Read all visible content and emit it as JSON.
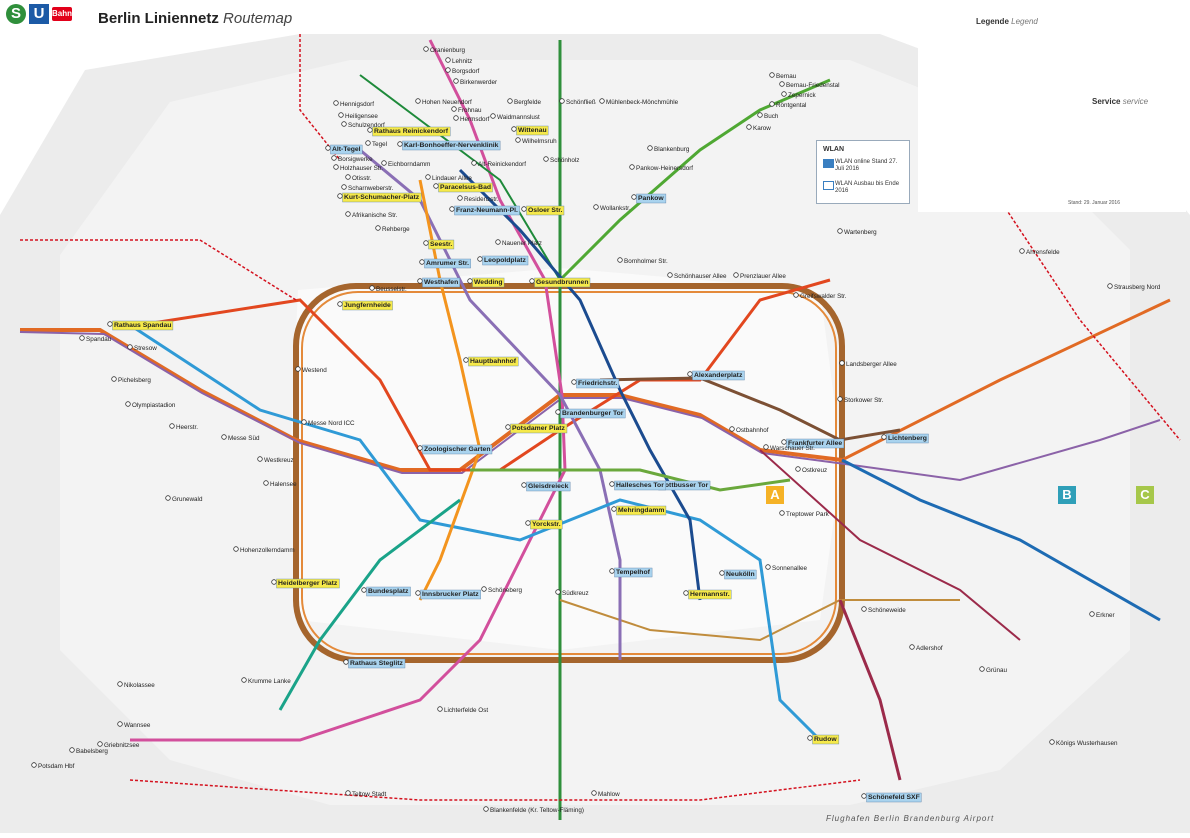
{
  "header": {
    "logo_s": "S",
    "logo_u": "U",
    "logo_db": "Bahn",
    "title_main": "Berlin Liniennetz",
    "title_sub": "Routemap"
  },
  "legend": {
    "heading": "Legende",
    "heading_sub": "Legend",
    "service": "Service",
    "service_sub": "service",
    "stand": "Stand: 29. Januar 2016"
  },
  "wlan": {
    "title": "WLAN",
    "online": "WLAN online Stand 27. Juli 2016",
    "ausbau": "WLAN Ausbau bis Ende 2016"
  },
  "zones": {
    "a": "A",
    "b": "B",
    "c": "C"
  },
  "airport_label": "Flughafen Berlin Brandenburg Airport",
  "colors": {
    "ring": "#a5652d",
    "s1": "#d24f9c",
    "s2": "#2f8f3b",
    "s3": "#1d6bb3",
    "s5": "#e16a24",
    "s7": "#8b62a8",
    "s8": "#4fa833",
    "s9": "#9b2a4a",
    "s25": "#2f8f3b",
    "u2": "#e2471f",
    "u5": "#7c5034",
    "u6": "#8a6fb5",
    "u7": "#2f9ad6",
    "u8": "#1b4b8f",
    "u9": "#f3941e",
    "zoneA": "#f5b226",
    "zoneB": "#2f9fb8",
    "zoneC": "#a6c74a",
    "bg_outer": "#eeeeee",
    "bg_inner": "#f6f6f6"
  },
  "stations": [
    {
      "name": "Hennigsdorf",
      "hl": false
    },
    {
      "name": "Heiligensee",
      "hl": false
    },
    {
      "name": "Schulzendorf",
      "hl": false
    },
    {
      "name": "Tegel",
      "hl": false
    },
    {
      "name": "Oranienburg",
      "hl": false
    },
    {
      "name": "Lehnitz",
      "hl": false
    },
    {
      "name": "Borgsdorf",
      "hl": false
    },
    {
      "name": "Birkenwerder",
      "hl": false
    },
    {
      "name": "Hohen Neuendorf",
      "hl": false
    },
    {
      "name": "Frohnau",
      "hl": false
    },
    {
      "name": "Hermsdorf",
      "hl": false
    },
    {
      "name": "Waidmannslust",
      "hl": false
    },
    {
      "name": "Wittenau",
      "hl": true
    },
    {
      "name": "Wilhelmsruh",
      "hl": false
    },
    {
      "name": "Bergfelde",
      "hl": false
    },
    {
      "name": "Schönfließ",
      "hl": false
    },
    {
      "name": "Mühlenbeck-Mönchmühle",
      "hl": false
    },
    {
      "name": "Bernau",
      "hl": false
    },
    {
      "name": "Bernau-Friedenstal",
      "hl": false
    },
    {
      "name": "Zepernick",
      "hl": false
    },
    {
      "name": "Röntgental",
      "hl": false
    },
    {
      "name": "Buch",
      "hl": false
    },
    {
      "name": "Karow",
      "hl": false
    },
    {
      "name": "Blankenburg",
      "hl": false
    },
    {
      "name": "Pankow-Heinersdorf",
      "hl": false
    },
    {
      "name": "Pankow",
      "hl": true
    },
    {
      "name": "Wollankstr.",
      "hl": false
    },
    {
      "name": "Schönholz",
      "hl": false
    },
    {
      "name": "Alt-Tegel",
      "hl": true
    },
    {
      "name": "Borsigwerke",
      "hl": false
    },
    {
      "name": "Holzhauser Str.",
      "hl": false
    },
    {
      "name": "Otisstr.",
      "hl": false
    },
    {
      "name": "Scharnweberstr.",
      "hl": false
    },
    {
      "name": "Kurt-Schumacher-Platz",
      "hl": true
    },
    {
      "name": "Afrikanische Str.",
      "hl": false
    },
    {
      "name": "Rehberge",
      "hl": false
    },
    {
      "name": "Seestr.",
      "hl": true
    },
    {
      "name": "Amrumer Str.",
      "hl": true
    },
    {
      "name": "Westhafen",
      "hl": true
    },
    {
      "name": "Wedding",
      "hl": true
    },
    {
      "name": "Leopoldplatz",
      "hl": true
    },
    {
      "name": "Nauener Platz",
      "hl": false
    },
    {
      "name": "Osloer Str.",
      "hl": true
    },
    {
      "name": "Franz-Neumann-Pl.",
      "hl": true
    },
    {
      "name": "Residenzstr.",
      "hl": false
    },
    {
      "name": "Paracelsus-Bad",
      "hl": true
    },
    {
      "name": "Lindauer Allee",
      "hl": false
    },
    {
      "name": "Karl-Bonhoeffer-Nervenklinik",
      "hl": true
    },
    {
      "name": "Rathaus Reinickendorf",
      "hl": true
    },
    {
      "name": "Eichborndamm",
      "hl": false
    },
    {
      "name": "Alt-Reinickendorf",
      "hl": false
    },
    {
      "name": "Gesundbrunnen",
      "hl": true
    },
    {
      "name": "Bornholmer Str.",
      "hl": false
    },
    {
      "name": "Schönhauser Allee",
      "hl": false
    },
    {
      "name": "Prenzlauer Allee",
      "hl": false
    },
    {
      "name": "Greifswalder Str.",
      "hl": false
    },
    {
      "name": "Landsberger Allee",
      "hl": false
    },
    {
      "name": "Storkower Str.",
      "hl": false
    },
    {
      "name": "Frankfurter Allee",
      "hl": true
    },
    {
      "name": "Ostkreuz",
      "hl": false
    },
    {
      "name": "Treptower Park",
      "hl": false
    },
    {
      "name": "Sonnenallee",
      "hl": false
    },
    {
      "name": "Neukölln",
      "hl": true
    },
    {
      "name": "Hermannstr.",
      "hl": true
    },
    {
      "name": "Tempelhof",
      "hl": true
    },
    {
      "name": "Südkreuz",
      "hl": false
    },
    {
      "name": "Schöneberg",
      "hl": false
    },
    {
      "name": "Innsbrucker Platz",
      "hl": true
    },
    {
      "name": "Bundesplatz",
      "hl": true
    },
    {
      "name": "Heidelberger Platz",
      "hl": true
    },
    {
      "name": "Hohenzollerndamm",
      "hl": false
    },
    {
      "name": "Halensee",
      "hl": false
    },
    {
      "name": "Westkreuz",
      "hl": false
    },
    {
      "name": "Messe Nord ICC",
      "hl": false
    },
    {
      "name": "Westend",
      "hl": false
    },
    {
      "name": "Jungfernheide",
      "hl": true
    },
    {
      "name": "Beusselstr.",
      "hl": false
    },
    {
      "name": "Spandau",
      "hl": false
    },
    {
      "name": "Rathaus Spandau",
      "hl": true
    },
    {
      "name": "Stresow",
      "hl": false
    },
    {
      "name": "Pichelsberg",
      "hl": false
    },
    {
      "name": "Olympiastadion",
      "hl": false
    },
    {
      "name": "Heerstr.",
      "hl": false
    },
    {
      "name": "Messe Süd",
      "hl": false
    },
    {
      "name": "Grunewald",
      "hl": false
    },
    {
      "name": "Nikolassee",
      "hl": false
    },
    {
      "name": "Wannsee",
      "hl": false
    },
    {
      "name": "Griebnitzsee",
      "hl": false
    },
    {
      "name": "Babelsberg",
      "hl": false
    },
    {
      "name": "Potsdam Hbf",
      "hl": false
    },
    {
      "name": "Hauptbahnhof",
      "hl": true
    },
    {
      "name": "Friedrichstr.",
      "hl": true
    },
    {
      "name": "Alexanderplatz",
      "hl": true
    },
    {
      "name": "Potsdamer Platz",
      "hl": true
    },
    {
      "name": "Brandenburger Tor",
      "hl": true
    },
    {
      "name": "Zoologischer Garten",
      "hl": true
    },
    {
      "name": "Ostbahnhof",
      "hl": false
    },
    {
      "name": "Warschauer Str.",
      "hl": false
    },
    {
      "name": "Lichtenberg",
      "hl": true
    },
    {
      "name": "Yorckstr.",
      "hl": true
    },
    {
      "name": "Gleisdreieck",
      "hl": true
    },
    {
      "name": "Kottbusser Tor",
      "hl": true
    },
    {
      "name": "Mehringdamm",
      "hl": true
    },
    {
      "name": "Hallesches Tor",
      "hl": true
    },
    {
      "name": "Schöneweide",
      "hl": false
    },
    {
      "name": "Adlershof",
      "hl": false
    },
    {
      "name": "Grünau",
      "hl": false
    },
    {
      "name": "Schönefeld SXF",
      "hl": true
    },
    {
      "name": "Teltow Stadt",
      "hl": false
    },
    {
      "name": "Lichterfelde Ost",
      "hl": false
    },
    {
      "name": "Blankenfelde (Kr. Teltow-Fläming)",
      "hl": false
    },
    {
      "name": "Mahlow",
      "hl": false
    },
    {
      "name": "Wartenberg",
      "hl": false
    },
    {
      "name": "Ahrensfelde",
      "hl": false
    },
    {
      "name": "Strausberg Nord",
      "hl": false
    },
    {
      "name": "Erkner",
      "hl": false
    },
    {
      "name": "Königs Wusterhausen",
      "hl": false
    },
    {
      "name": "Rudow",
      "hl": true
    },
    {
      "name": "Krumme Lanke",
      "hl": false
    },
    {
      "name": "Rathaus Steglitz",
      "hl": true
    }
  ]
}
